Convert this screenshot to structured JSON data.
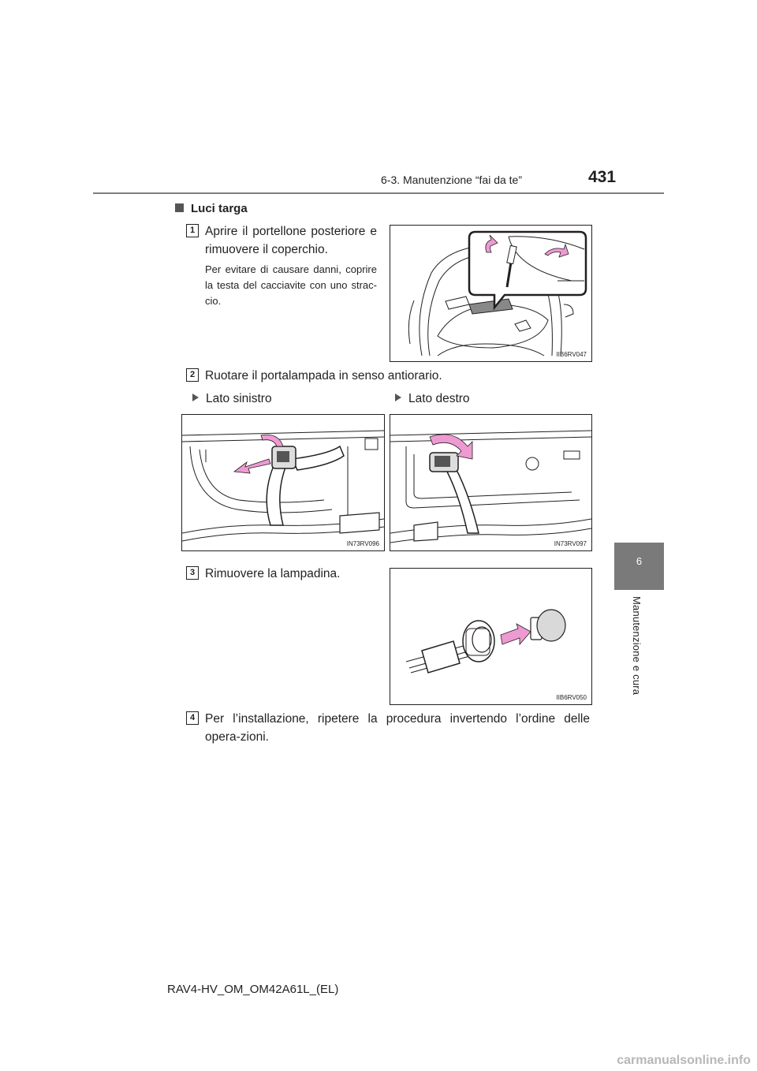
{
  "header": {
    "section": "6-3. Manutenzione “fai da te”",
    "page_number": "431"
  },
  "side_tab": {
    "number": "6",
    "label": "Manutenzione e cura"
  },
  "section": {
    "title": "Luci targa"
  },
  "steps": [
    {
      "number": "1",
      "text": "Aprire il portellone posteriore e rimuovere il coperchio.",
      "note": "Per evitare di causare danni, coprire la testa del cacciavite con uno strac-cio.",
      "figure_code": "IIB6RV047"
    },
    {
      "number": "2",
      "text": "Ruotare il portalampada in senso antiorario."
    },
    {
      "number": "3",
      "text": "Rimuovere la lampadina.",
      "figure_code": "IIB6RV050"
    },
    {
      "number": "4",
      "text": "Per l’installazione, ripetere la procedura invertendo l’ordine delle opera-zioni."
    }
  ],
  "sides": {
    "left": {
      "label": "Lato sinistro",
      "figure_code": "IN73RV096"
    },
    "right": {
      "label": "Lato destro",
      "figure_code": "IN73RV097"
    }
  },
  "footer": {
    "code": "RAV4-HV_OM_OM42A61L_(EL)"
  },
  "watermark": "carmanualsonline.info",
  "colors": {
    "tab": "#7a7a7a",
    "arrow": "#ee9ad2",
    "rule": "#7f7f7f"
  }
}
